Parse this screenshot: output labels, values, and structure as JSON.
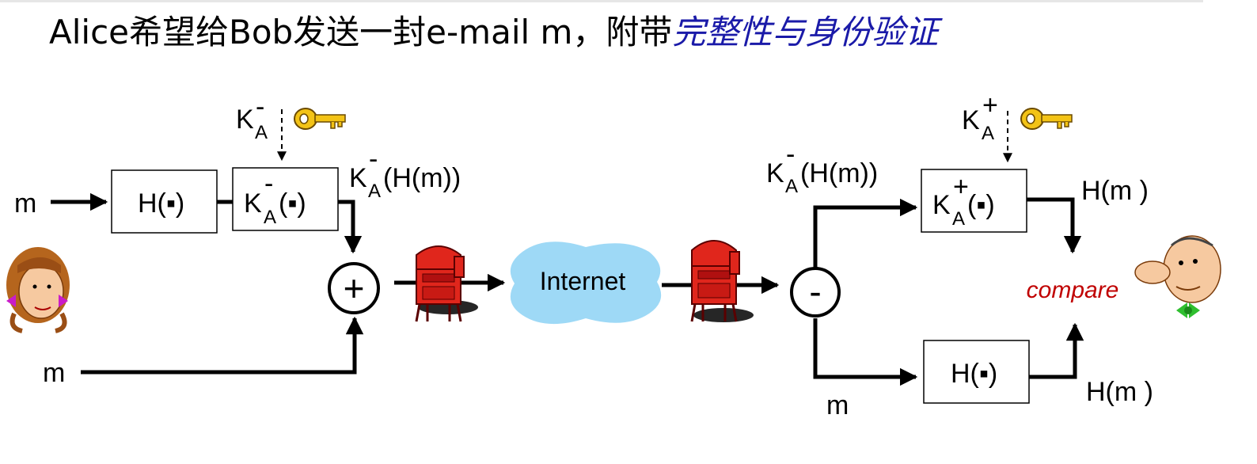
{
  "title": {
    "prefix": "Alice希望给Bob发送一封e-mail m，附带",
    "highlight": "完整性与身份验证"
  },
  "labels": {
    "m_top": "m",
    "m_bottom": "m",
    "m_right": "m",
    "hash": "H(▪)",
    "key_letter": "K",
    "key_sub": "A",
    "minus_sup": "-",
    "plus_sup": "+",
    "func_arg": "(▪)",
    "signed_arg": "(H(m))",
    "internet": "Internet",
    "compare": "compare",
    "hm_top": "H(m )",
    "hm_bottom": "H(m )",
    "plus_op": "+",
    "minus_op": "-"
  },
  "colors": {
    "title_highlight": "#1a1aa8",
    "compare": "#c00000",
    "cloud": "#9ed9f6",
    "mailbox": "#e0261c",
    "key": "#f3c316"
  }
}
